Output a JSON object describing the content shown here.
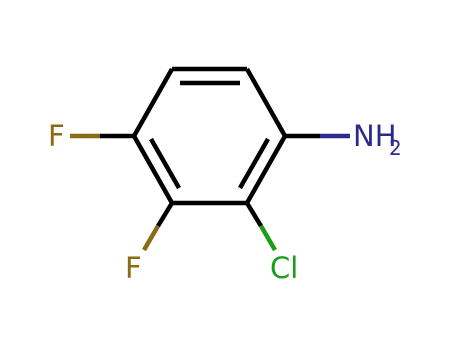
{
  "molecule": {
    "atoms": {
      "nh2": {
        "symbol": "NH",
        "subscript": "2",
        "color": "#2b2b8c"
      },
      "cl": {
        "symbol": "Cl",
        "color": "#1a9e1a"
      },
      "f3": {
        "symbol": "F",
        "color": "#8c6a14"
      },
      "f4": {
        "symbol": "F",
        "color": "#8c6a14"
      }
    },
    "bond_color": "#000000"
  }
}
